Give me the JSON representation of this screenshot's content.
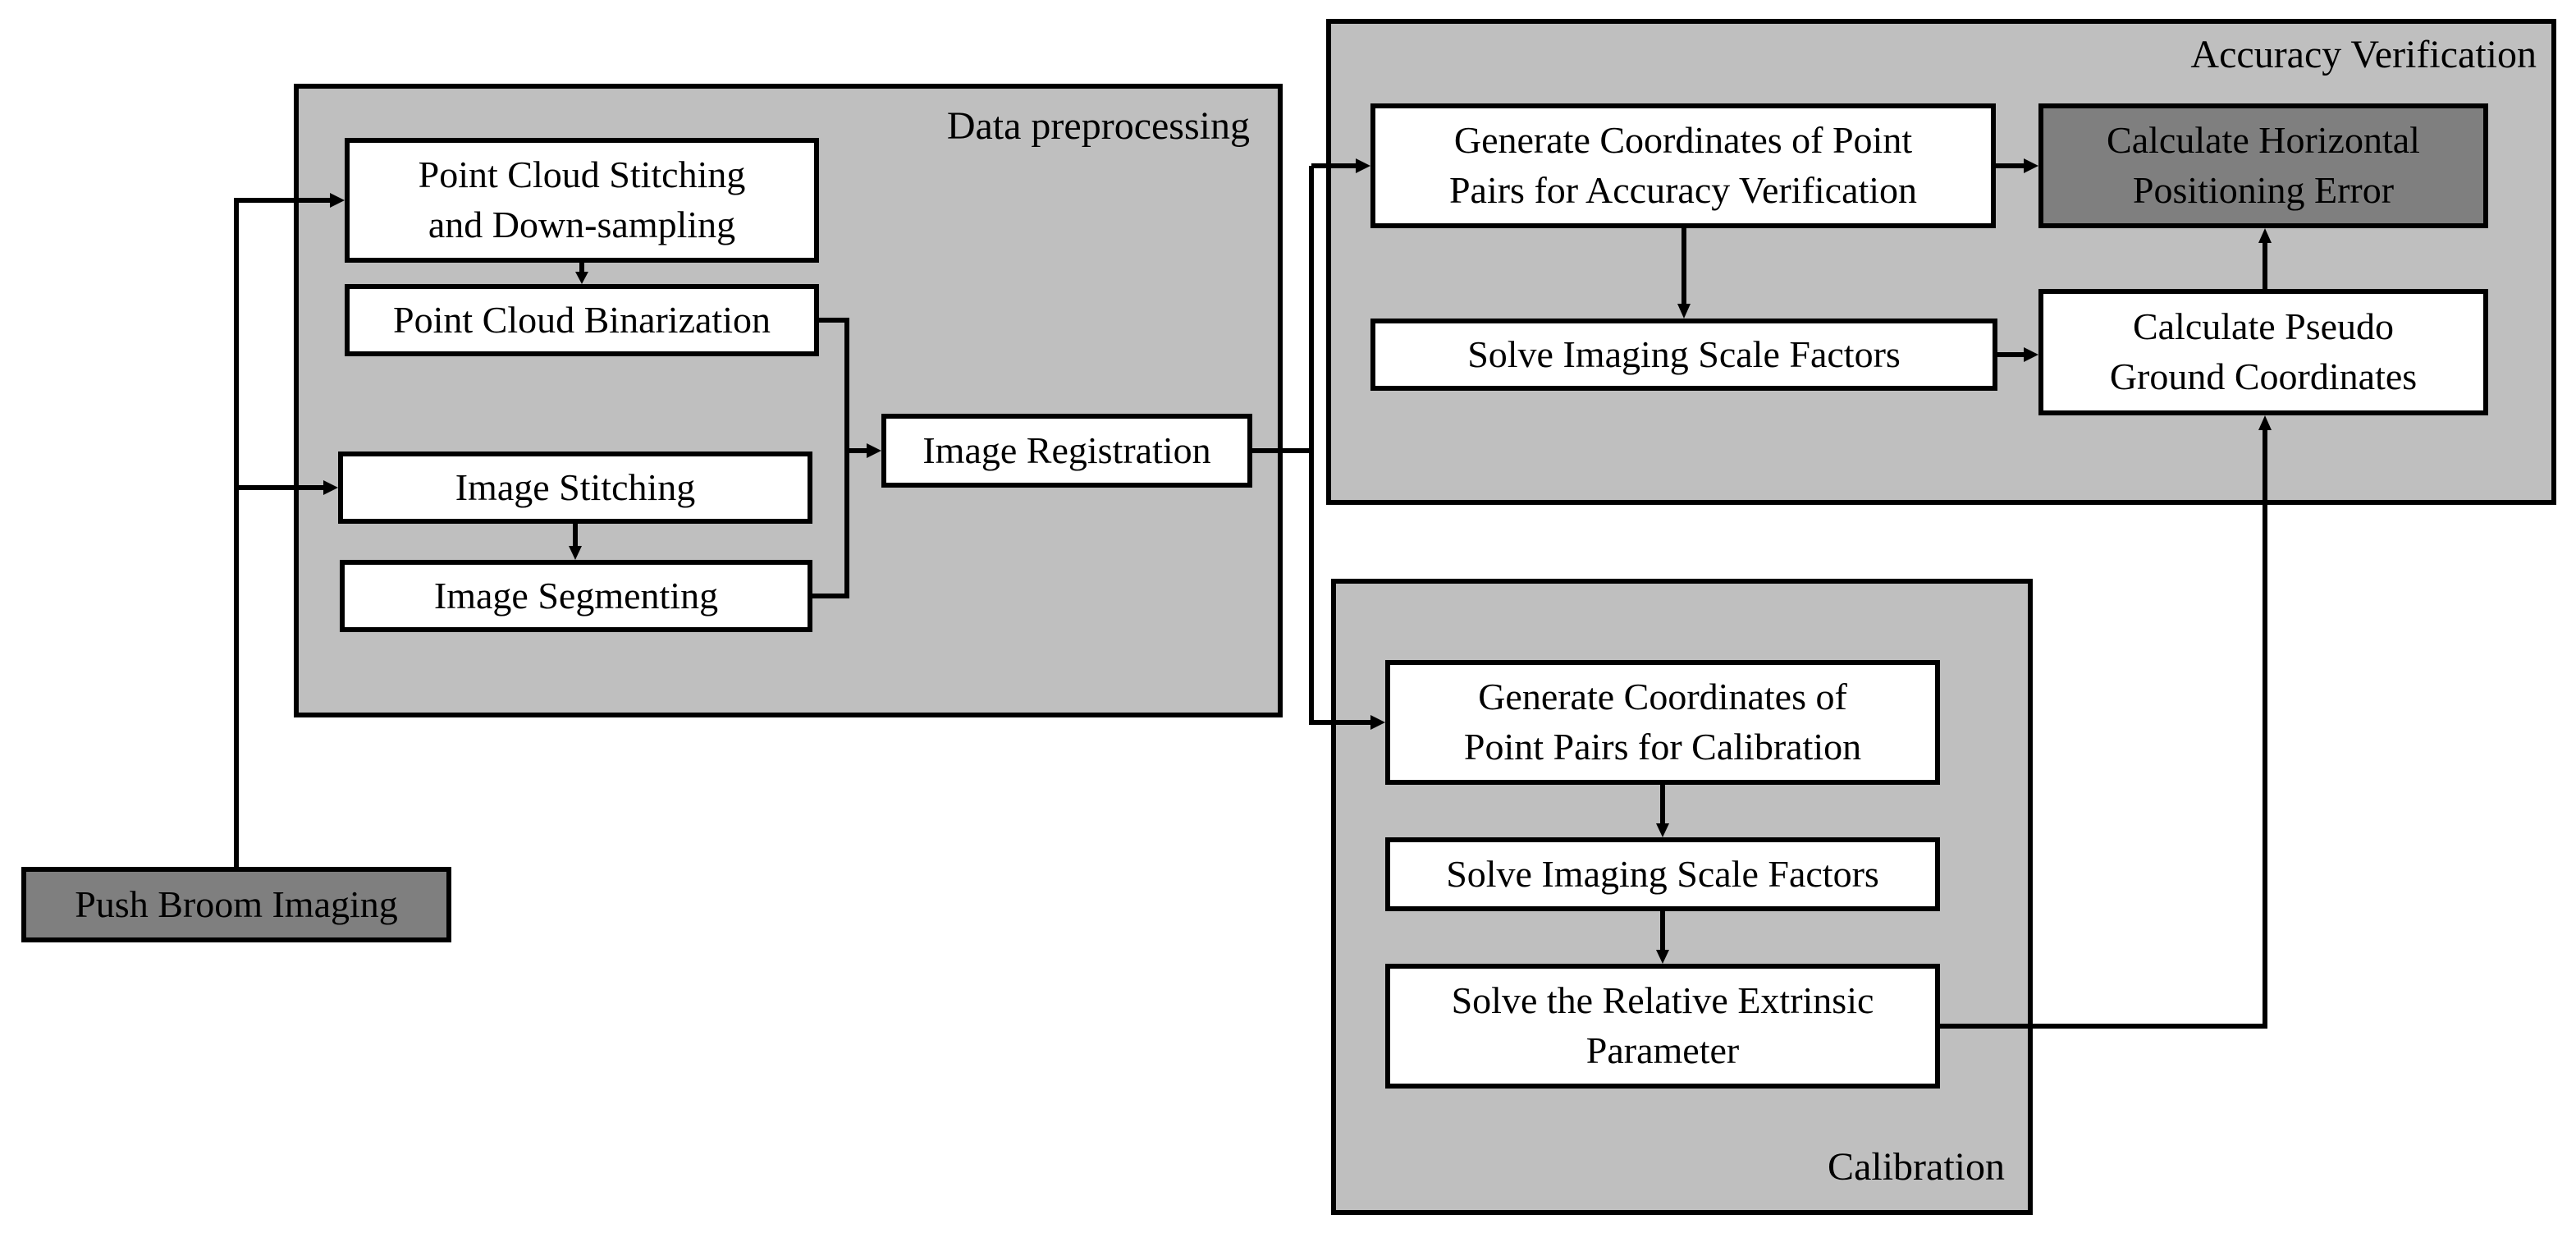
{
  "groups": {
    "preprocessing": {
      "label": "Data preprocessing"
    },
    "accuracy": {
      "label": "Accuracy Verification"
    },
    "calibration": {
      "label": "Calibration"
    }
  },
  "nodes": {
    "push_broom": "Push Broom Imaging",
    "pc_stitch": {
      "line1": "Point Cloud Stitching",
      "line2": "and Down-sampling"
    },
    "pc_binarize": "Point Cloud Binarization",
    "img_stitch": "Image Stitching",
    "img_segment": "Image Segmenting",
    "img_register": "Image Registration",
    "gen_acc": {
      "line1": "Generate Coordinates of Point",
      "line2": "Pairs for Accuracy Verification"
    },
    "calc_hpe": {
      "line1": "Calculate Horizontal",
      "line2": "Positioning Error"
    },
    "solve_scale_acc": "Solve Imaging Scale Factors",
    "calc_pseudo": {
      "line1": "Calculate Pseudo",
      "line2": "Ground Coordinates"
    },
    "gen_cal": {
      "line1": "Generate Coordinates of",
      "line2": "Point Pairs for Calibration"
    },
    "solve_scale_cal": "Solve Imaging Scale Factors",
    "solve_rel": {
      "line1": "Solve the Relative Extrinsic",
      "line2": "Parameter"
    }
  },
  "colors": {
    "group_fill": "#bfbfbf",
    "node_fill": "#ffffff",
    "highlight_fill": "#7f7f7f",
    "stroke": "#000000"
  }
}
